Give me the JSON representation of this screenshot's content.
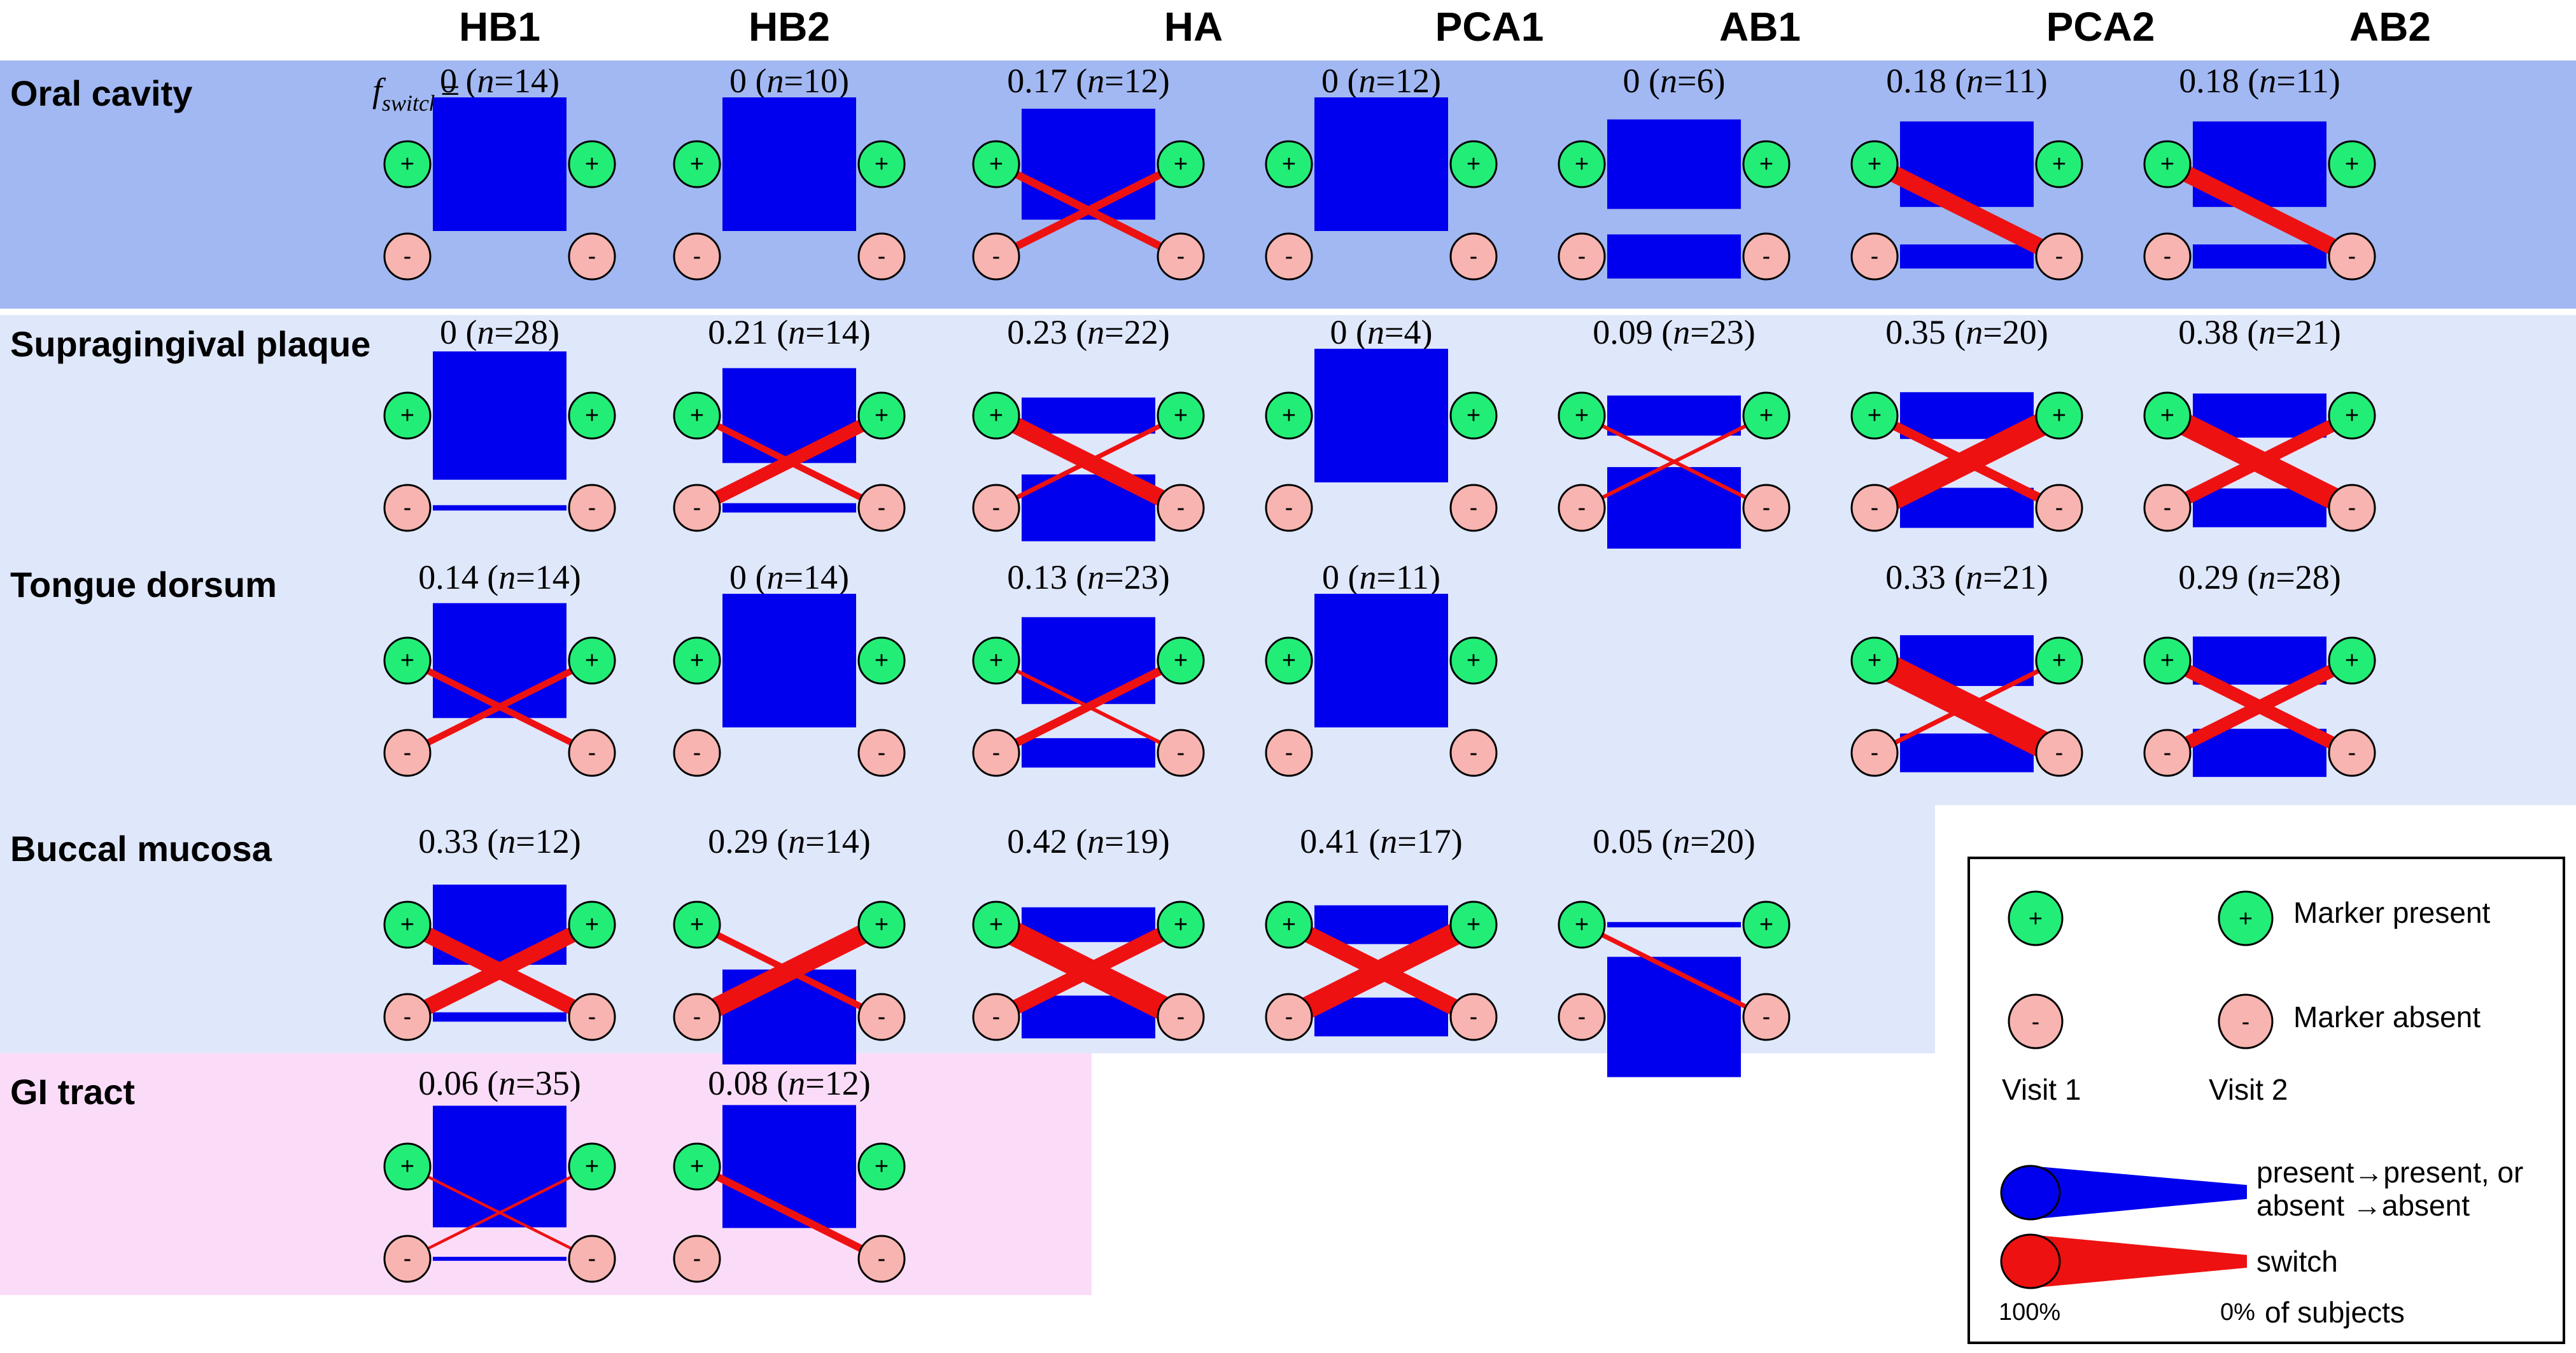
{
  "columns": [
    "HB1",
    "HB2",
    "HA",
    "PCA1",
    "AB1",
    "PCA2",
    "AB2"
  ],
  "fswitch_label": {
    "main": "f",
    "sub": "switch",
    "suffix": "="
  },
  "colors": {
    "stay": "#0000ee",
    "switch": "#ee1111",
    "present_fill": "#22ee77",
    "absent_fill": "#f8b4b0",
    "oral_bg": "#a2b8f2",
    "site_bg": "#dfe7fb",
    "gi_bg": "#fbdcf8"
  },
  "symbols": {
    "present": "+",
    "absent": "-"
  },
  "rows": [
    {
      "name": "Oral cavity",
      "cells": [
        {
          "value": "0",
          "n": "14",
          "pp": 1.0,
          "aa": 0,
          "pa": 0,
          "ap": 0
        },
        {
          "value": "0",
          "n": "10",
          "pp": 1.0,
          "aa": 0,
          "pa": 0,
          "ap": 0
        },
        {
          "value": "0.17",
          "n": "12",
          "pp": 0.83,
          "aa": 0,
          "pa": 0.083,
          "ap": 0.083
        },
        {
          "value": "0",
          "n": "12",
          "pp": 1.0,
          "aa": 0,
          "pa": 0,
          "ap": 0
        },
        {
          "value": "0",
          "n": "6",
          "pp": 0.67,
          "aa": 0.33,
          "pa": 0,
          "ap": 0
        },
        {
          "value": "0.18",
          "n": "11",
          "pp": 0.64,
          "aa": 0.18,
          "pa": 0.18,
          "ap": 0
        },
        {
          "value": "0.18",
          "n": "11",
          "pp": 0.64,
          "aa": 0.18,
          "pa": 0.18,
          "ap": 0
        }
      ]
    },
    {
      "name": "Supragingival plaque",
      "cells": [
        {
          "value": "0",
          "n": "28",
          "pp": 0.96,
          "aa": 0.04,
          "pa": 0,
          "ap": 0
        },
        {
          "value": "0.21",
          "n": "14",
          "pp": 0.71,
          "aa": 0.07,
          "pa": 0.07,
          "ap": 0.14
        },
        {
          "value": "0.23",
          "n": "22",
          "pp": 0.27,
          "aa": 0.5,
          "pa": 0.18,
          "ap": 0.05
        },
        {
          "value": "0",
          "n": "4",
          "pp": 1.0,
          "aa": 0,
          "pa": 0,
          "ap": 0
        },
        {
          "value": "0.09",
          "n": "23",
          "pp": 0.3,
          "aa": 0.61,
          "pa": 0.04,
          "ap": 0.04
        },
        {
          "value": "0.35",
          "n": "20",
          "pp": 0.35,
          "aa": 0.3,
          "pa": 0.1,
          "ap": 0.25
        },
        {
          "value": "0.38",
          "n": "21",
          "pp": 0.33,
          "aa": 0.29,
          "pa": 0.24,
          "ap": 0.14
        }
      ]
    },
    {
      "name": "Tongue dorsum",
      "cells": [
        {
          "value": "0.14",
          "n": "14",
          "pp": 0.86,
          "aa": 0,
          "pa": 0.07,
          "ap": 0.07
        },
        {
          "value": "0",
          "n": "14",
          "pp": 1.0,
          "aa": 0,
          "pa": 0,
          "ap": 0
        },
        {
          "value": "0.13",
          "n": "23",
          "pp": 0.65,
          "aa": 0.22,
          "pa": 0.04,
          "ap": 0.09
        },
        {
          "value": "0",
          "n": "11",
          "pp": 1.0,
          "aa": 0,
          "pa": 0,
          "ap": 0
        },
        null,
        {
          "value": "0.33",
          "n": "21",
          "pp": 0.38,
          "aa": 0.29,
          "pa": 0.29,
          "ap": 0.05
        },
        {
          "value": "0.29",
          "n": "28",
          "pp": 0.36,
          "aa": 0.36,
          "pa": 0.14,
          "ap": 0.14
        }
      ]
    },
    {
      "name": "Buccal mucosa",
      "cells": [
        {
          "value": "0.33",
          "n": "12",
          "pp": 0.6,
          "aa": 0.07,
          "pa": 0.17,
          "ap": 0.17
        },
        {
          "value": "0.29",
          "n": "14",
          "pp": 0,
          "aa": 0.71,
          "pa": 0.07,
          "ap": 0.21
        },
        {
          "value": "0.42",
          "n": "19",
          "pp": 0.26,
          "aa": 0.32,
          "pa": 0.26,
          "ap": 0.16
        },
        {
          "value": "0.41",
          "n": "17",
          "pp": 0.29,
          "aa": 0.29,
          "pa": 0.18,
          "ap": 0.24
        },
        {
          "value": "0.05",
          "n": "20",
          "pp": 0.04,
          "aa": 0.9,
          "pa": 0.05,
          "ap": 0
        }
      ]
    },
    {
      "name": "GI tract",
      "cells": [
        {
          "value": "0.06",
          "n": "35",
          "pp": 0.91,
          "aa": 0.03,
          "pa": 0.03,
          "ap": 0.03
        },
        {
          "value": "0.08",
          "n": "12",
          "pp": 0.92,
          "aa": 0,
          "pa": 0.08,
          "ap": 0
        }
      ]
    }
  ],
  "legend": {
    "marker_present": "Marker present",
    "marker_absent": "Marker absent",
    "visit1": "Visit 1",
    "visit2": "Visit 2",
    "stay_label_1": "present→present, or",
    "stay_label_2": "absent →absent",
    "switch_label": "switch",
    "pct_100": "100%",
    "pct_0": "0%",
    "of_subjects": "of subjects"
  }
}
